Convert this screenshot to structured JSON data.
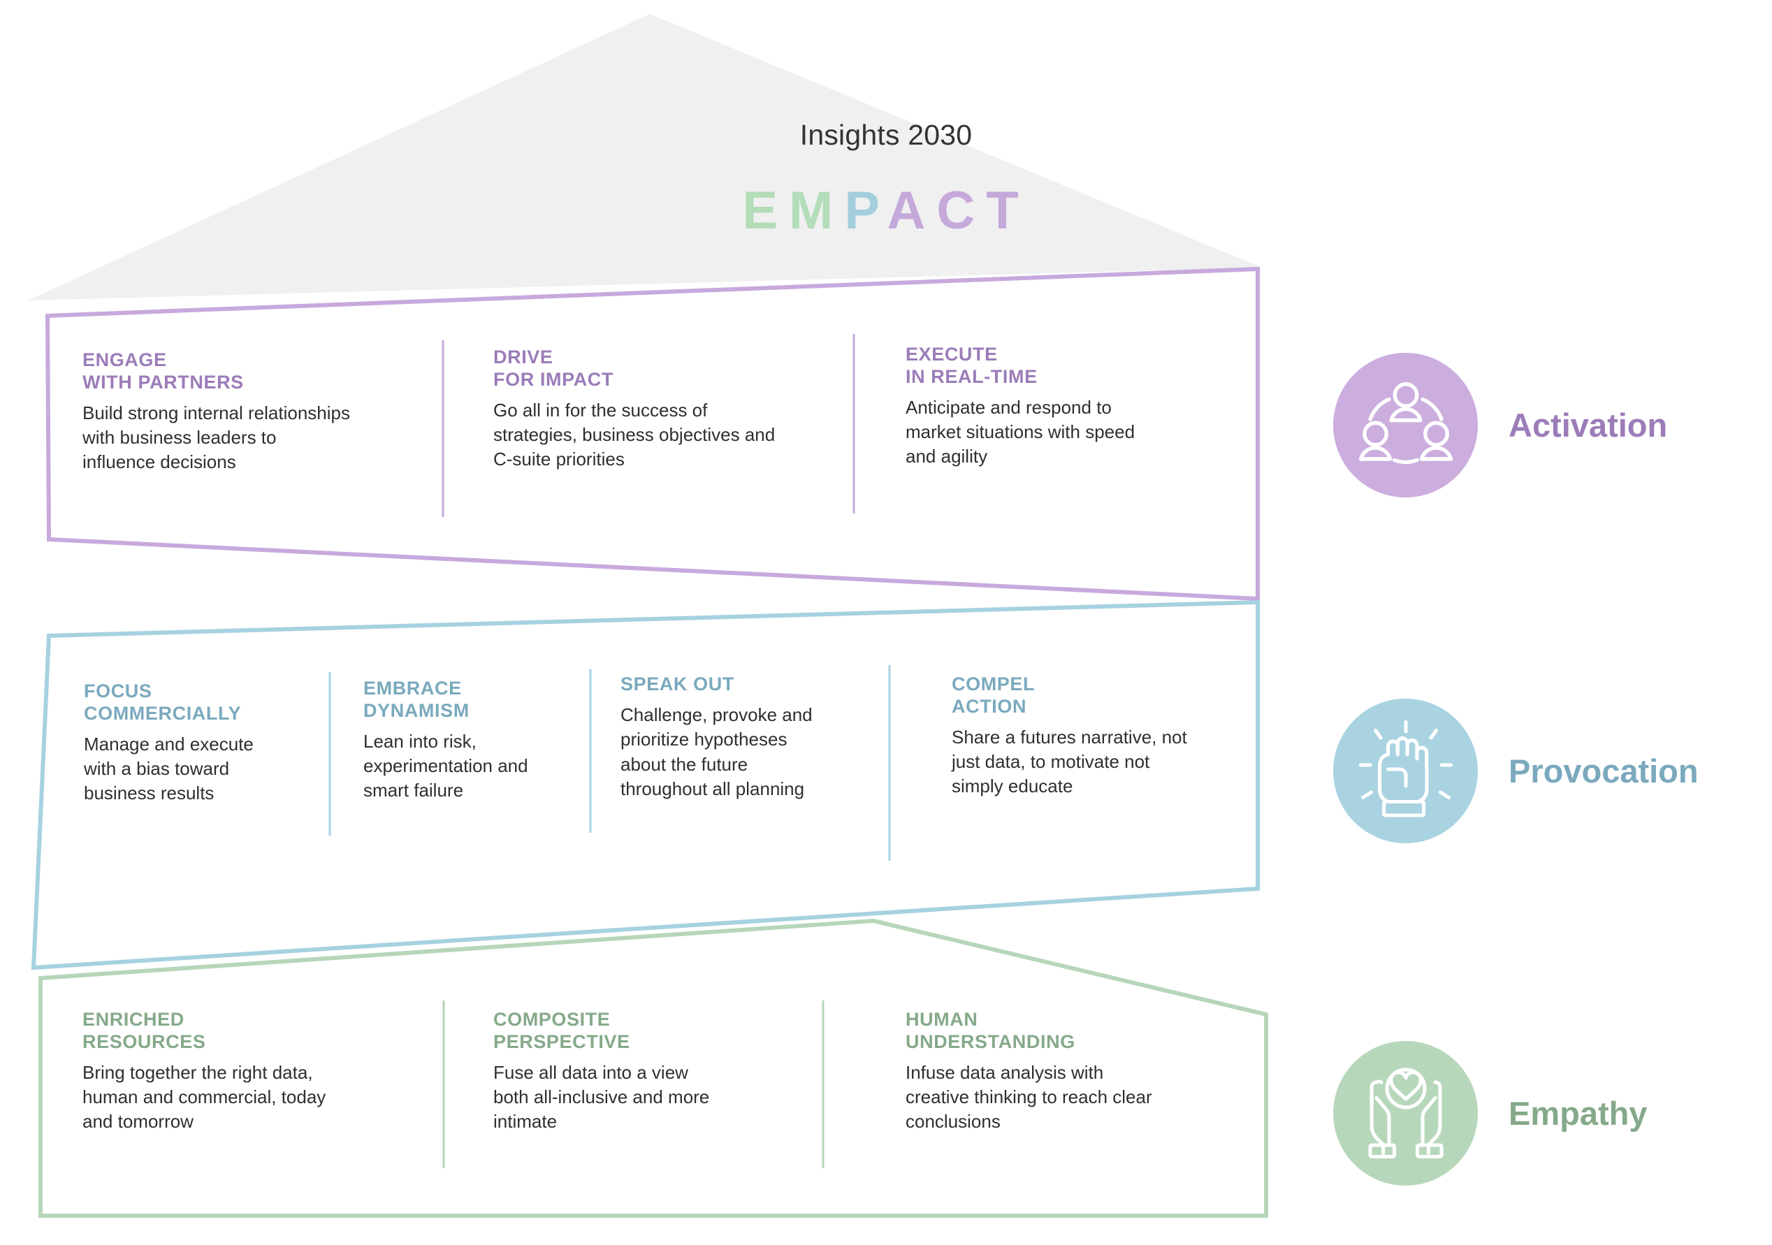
{
  "roof": {
    "title": "Insights 2030",
    "acronym_parts": [
      {
        "text": "E",
        "color": "#b3dcb8"
      },
      {
        "text": "M",
        "color": "#b3dcb8"
      },
      {
        "text": "P",
        "color": "#a4cedd"
      },
      {
        "text": "A",
        "color": "#c5a9da"
      },
      {
        "text": "C",
        "color": "#c5a9da"
      },
      {
        "text": "T",
        "color": "#c5a9da"
      }
    ],
    "acronym_plain": "EMPACT",
    "fill": "#f0f0f0"
  },
  "colors": {
    "activation": "#9b7cb8",
    "activation_band": "#c7a9dd",
    "activation_badge": "#cbadde",
    "provocation": "#7aa9bd",
    "provocation_band": "#a6d2e0",
    "provocation_badge": "#a9d3e1",
    "empathy": "#85a98a",
    "empathy_band": "#b6d6ba",
    "empathy_badge": "#b7d7bb",
    "body_text": "#2f2f2f",
    "roof_text": "#333333"
  },
  "bands": [
    {
      "id": "activation",
      "legend_label": "Activation",
      "icon": "people-network-icon",
      "cells": [
        {
          "heading": "ENGAGE\nWITH PARTNERS",
          "body": "Build strong internal relationships\nwith business leaders to\ninfluence decisions"
        },
        {
          "heading": "DRIVE\nFOR IMPACT",
          "body": "Go all in for the success of\nstrategies, business objectives and\nC-suite priorities"
        },
        {
          "heading": "EXECUTE\nIN REAL-TIME",
          "body": "Anticipate and respond to\nmarket situations with speed\nand agility"
        }
      ]
    },
    {
      "id": "provocation",
      "legend_label": "Provocation",
      "icon": "raised-fist-icon",
      "cells": [
        {
          "heading": "FOCUS\nCOMMERCIALLY",
          "body": "Manage and execute\nwith a bias toward\nbusiness results"
        },
        {
          "heading": "EMBRACE\nDYNAMISM",
          "body": "Lean into risk,\nexperimentation and\nsmart failure"
        },
        {
          "heading": "SPEAK OUT",
          "body": "Challenge, provoke and\nprioritize hypotheses\nabout the future\nthroughout all planning"
        },
        {
          "heading": "COMPEL\nACTION",
          "body": "Share a futures narrative, not\njust data, to motivate not\nsimply educate"
        }
      ]
    },
    {
      "id": "empathy",
      "legend_label": "Empathy",
      "icon": "hands-heart-icon",
      "cells": [
        {
          "heading": "ENRICHED\nRESOURCES",
          "body": "Bring together the right data,\nhuman and commercial, today\nand tomorrow"
        },
        {
          "heading": "COMPOSITE\nPERSPECTIVE",
          "body": "Fuse all data into a view\nboth all-inclusive and more\nintimate"
        },
        {
          "heading": "HUMAN\nUNDERSTANDING",
          "body": "Infuse data analysis with\ncreative thinking to reach clear\nconclusions"
        }
      ]
    }
  ]
}
